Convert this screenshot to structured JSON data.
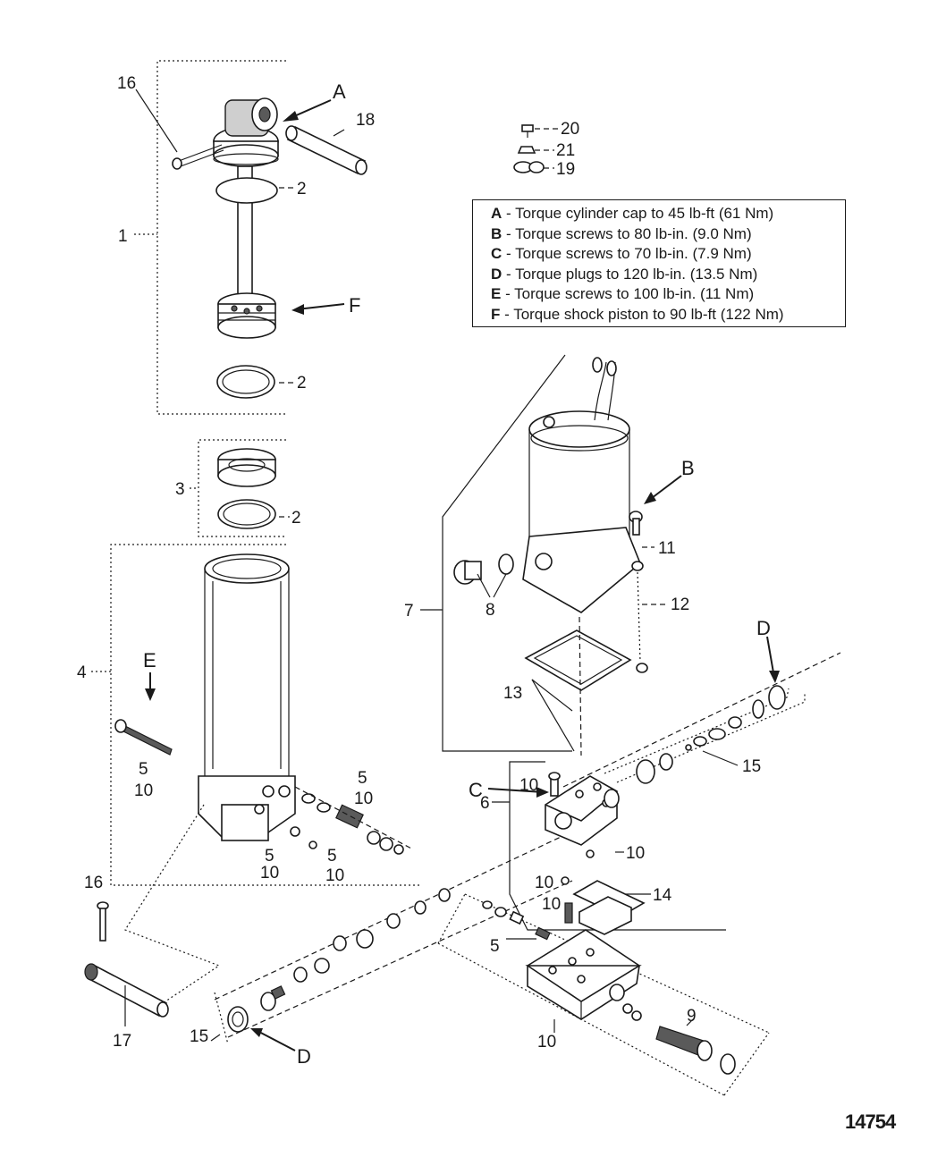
{
  "callouts": {
    "c1": "1",
    "c2a": "2",
    "c2b": "2",
    "c2c": "2",
    "c3": "3",
    "c4": "4",
    "c5a": "5",
    "c10a": "10",
    "c5b": "5",
    "c10b": "10",
    "c5c": "5",
    "c10c": "10",
    "c5d": "5",
    "c10d": "10",
    "c5e": "5",
    "c6": "6",
    "c7": "7",
    "c8": "8",
    "c9": "9",
    "c10e": "10",
    "c10f": "10",
    "c10g": "10",
    "c10h": "10",
    "c10i": "10",
    "c11": "11",
    "c12": "12",
    "c13": "13",
    "c14": "14",
    "c15a": "15",
    "c15b": "15",
    "c16a": "16",
    "c16b": "16",
    "c17": "17",
    "c18": "18",
    "c19": "19",
    "c20": "20",
    "c21": "21",
    "A": "A",
    "B": "B",
    "C": "C",
    "Da": "D",
    "Db": "D",
    "E": "E",
    "F": "F"
  },
  "legend": [
    {
      "key": "A",
      "text": " - Torque cylinder cap to 45 lb-ft (61 Nm)"
    },
    {
      "key": "B",
      "text": " - Torque screws to 80 lb-in. (9.0 Nm)"
    },
    {
      "key": "C",
      "text": " - Torque screws to 70 lb-in. (7.9 Nm)"
    },
    {
      "key": "D",
      "text": " - Torque plugs to 120 lb-in. (13.5 Nm)"
    },
    {
      "key": "E",
      "text": " - Torque screws to 100 lb-in. (11 Nm)"
    },
    {
      "key": "F",
      "text": " - Torque shock piston to 90 lb-ft (122 Nm)"
    }
  ],
  "figure_number": "14754"
}
